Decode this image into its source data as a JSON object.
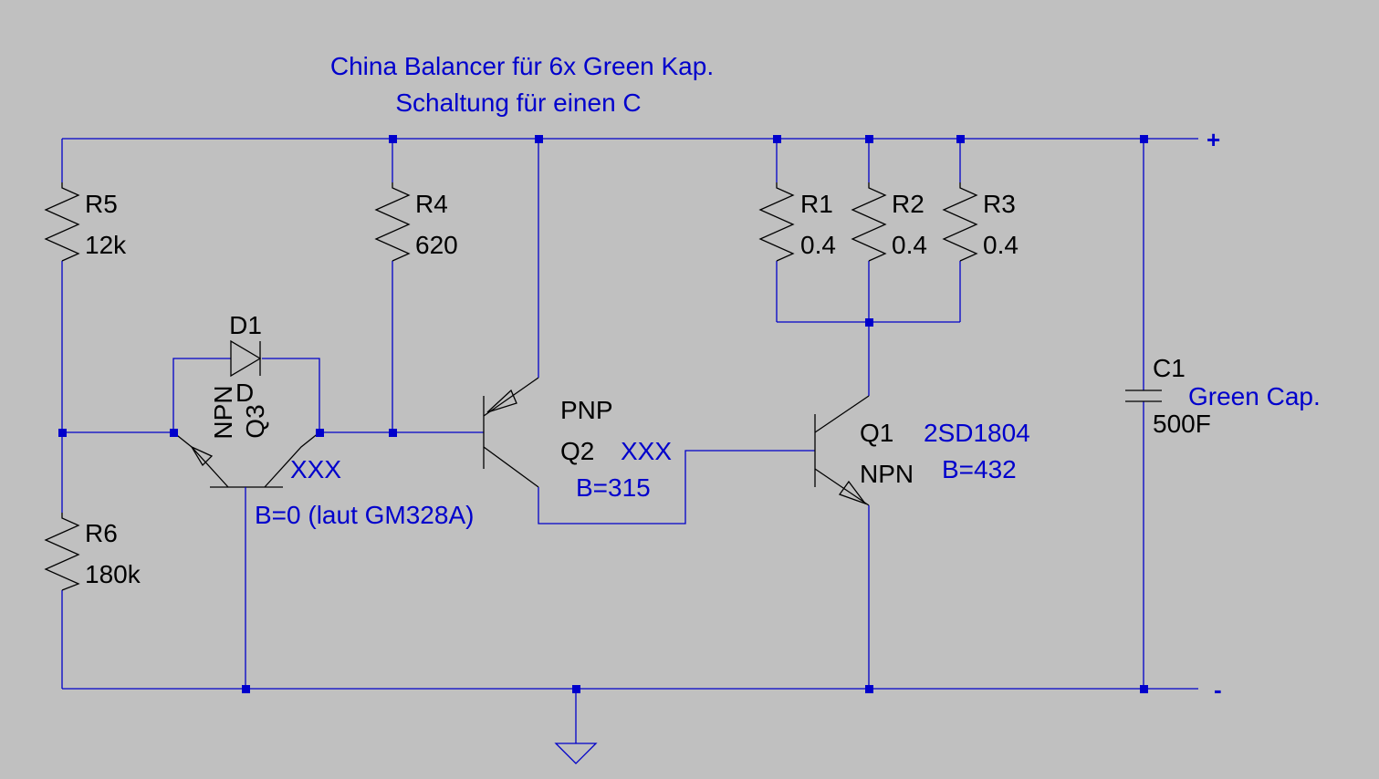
{
  "title": {
    "line1": "China Balancer für 6x Green Kap.",
    "line2": "Schaltung für einen C"
  },
  "colors": {
    "background": "#c0c0c0",
    "wire": "#0000c8",
    "component": "#000000",
    "annotation": "#0000cc"
  },
  "rails": {
    "positive": "+",
    "negative": "-"
  },
  "resistors": {
    "r5": {
      "ref": "R5",
      "value": "12k"
    },
    "r4": {
      "ref": "R4",
      "value": "620"
    },
    "r6": {
      "ref": "R6",
      "value": "180k"
    },
    "r1": {
      "ref": "R1",
      "value": "0.4"
    },
    "r2": {
      "ref": "R2",
      "value": "0.4"
    },
    "r3": {
      "ref": "R3",
      "value": "0.4"
    }
  },
  "diode": {
    "ref": "D1",
    "model": "D"
  },
  "q3": {
    "ref": "Q3",
    "type": "NPN",
    "part": "XXX",
    "note": "B=0 (laut GM328A)"
  },
  "q2": {
    "ref": "Q2",
    "type": "PNP",
    "part": "XXX",
    "beta": "B=315"
  },
  "q1": {
    "ref": "Q1",
    "type": "NPN",
    "part": "2SD1804",
    "beta": "B=432"
  },
  "capacitor": {
    "ref": "C1",
    "value": "500F",
    "note": "Green Cap."
  }
}
